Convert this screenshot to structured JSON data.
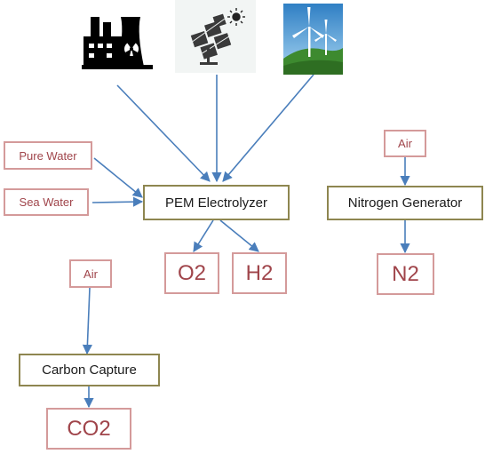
{
  "energy_sources": {
    "nuclear": "nuclear-plant-icon",
    "solar": "solar-panel-icon",
    "wind": "wind-turbine-icon"
  },
  "inputs": {
    "pure_water": "Pure Water",
    "sea_water": "Sea Water",
    "air_nitrogen": "Air",
    "air_carbon": "Air"
  },
  "processes": {
    "pem": "PEM Electrolyzer",
    "nitrogen": "Nitrogen Generator",
    "carbon": "Carbon Capture"
  },
  "outputs": {
    "o2": "O2",
    "h2": "H2",
    "n2": "N2",
    "co2": "CO2"
  },
  "colors": {
    "arrow": "#4a7ebb",
    "source_border": "#d49a9a",
    "source_text": "#a0454b",
    "process_border": "#8e8650"
  }
}
